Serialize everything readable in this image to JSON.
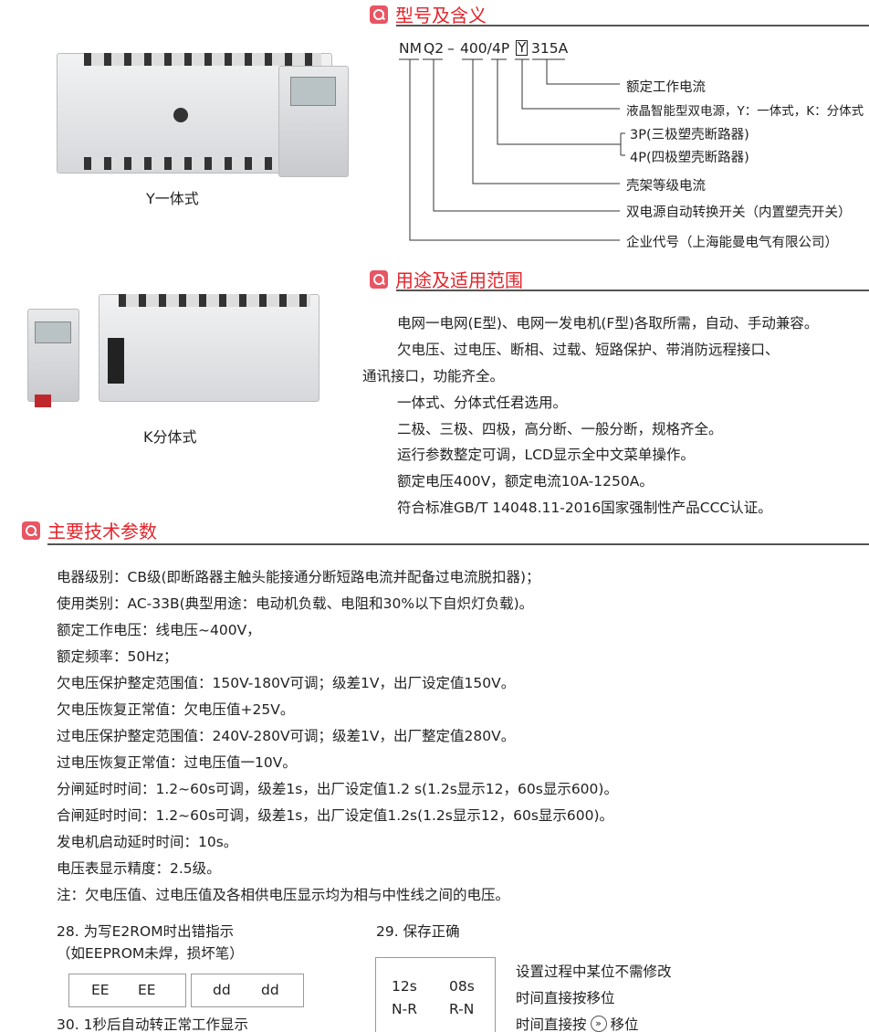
{
  "products": [
    {
      "caption": "Y一体式"
    },
    {
      "caption": "K分体式"
    }
  ],
  "section_model": {
    "title": "型号及含义",
    "code": [
      "NM",
      "Q2",
      "–",
      "400/",
      "4P",
      "Y",
      "315A"
    ],
    "meanings": [
      "额定工作电流",
      "液晶智能型双电源，Y：一体式，K：分体式",
      "3P(三极塑壳断路器)",
      "4P(四极塑壳断路器)",
      "壳架等级电流",
      "双电源自动转换开关（内置塑壳开关）",
      "企业代号（上海能曼电气有限公司）"
    ]
  },
  "section_use": {
    "title": "用途及适用范围",
    "lines": [
      "电网一电网(E型)、电网一发电机(F型)各取所需，自动、手动兼容。",
      "欠电压、过电压、断相、过载、短路保护、带消防远程接口、",
      "通讯接口，功能齐全。",
      "一体式、分体式任君选用。",
      "二极、三极、四极，高分断、一般分断，规格齐全。",
      "运行参数整定可调，LCD显示全中文菜单操作。",
      "额定电压400V，额定电流10A-1250A。",
      "符合标准GB/T 14048.11-2016国家强制性产品CCC认证。"
    ]
  },
  "section_params": {
    "title": "主要技术参数",
    "lines": [
      "电器级别：CB级(即断路器主触头能接通分断短路电流并配备过电流脱扣器)；",
      "使用类别：AC-33B(典型用途：电动机负载、电阻和30%以下自炽灯负载)。",
      "额定工作电压：线电压~400V，",
      "额定频率：50Hz；",
      "欠电压保护整定范围值：150V-180V可调；级差1V，出厂设定值150V。",
      "欠电压恢复正常值：欠电压值+25V。",
      "过电压保护整定范围值：240V-280V可调；级差1V，出厂整定值280V。",
      "过电压恢复正常值：过电压值一10V。",
      "分闸延时时间：1.2~60s可调，级差1s，出厂设定值1.2 s(1.2s显示12，60s显示600)。",
      "合闸延时时间：1.2~60s可调，级差1s，出厂设定值1.2s(1.2s显示12，60s显示600)。",
      "发电机启动延时时间：10s。",
      "电压表显示精度：2.5级。",
      "注：欠电压值、过电压值及各相供电压显示均为相与中性线之间的电压。"
    ]
  },
  "bottom": {
    "item28": [
      "28. 为写E2ROM时出错指示",
      "（如EEPROM未焊，损坏笔）"
    ],
    "box_ee": [
      "EE",
      "EE"
    ],
    "box_dd": [
      "dd",
      "dd"
    ],
    "item30": "30. 1秒后自动转正常工作显示",
    "item29": "29. 保存正确",
    "box29": [
      "12s",
      "08s",
      "N-R",
      "R-N"
    ],
    "notes": [
      "设置过程中某位不需修改",
      "时间直接按移位",
      "时间直接按",
      "移位"
    ],
    "shift_icon": "»"
  },
  "colors": {
    "accent": "#e3242b"
  }
}
